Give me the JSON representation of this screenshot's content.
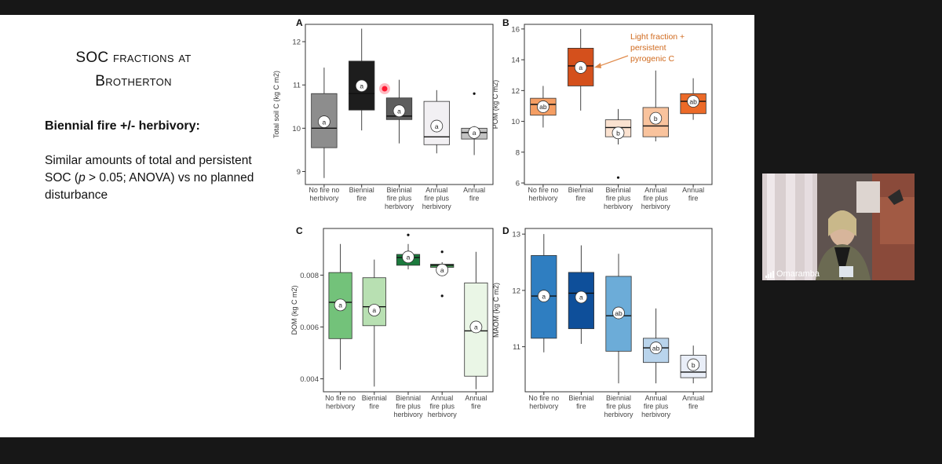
{
  "slide": {
    "title_line1": "SOC fractions at",
    "title_line2": "Brotherton",
    "subhead": "Biennial fire +/- herbivory:",
    "body_pre": "Similar amounts of total and persistent SOC (",
    "body_p": "p",
    "body_post": " > 0.05; ANOVA) vs no planned disturbance"
  },
  "video": {
    "participant": "Omaramba"
  },
  "categories": [
    "No fire no herbivory",
    "Biennial fire",
    "Biennial fire plus herbivory",
    "Annual fire plus herbivory",
    "Annual fire"
  ],
  "chart_data": [
    {
      "type": "box",
      "panel": "A",
      "ylabel": "Total soil C (kg C m2)",
      "ylim": [
        8.7,
        12.4
      ],
      "yticks": [
        9,
        10,
        11,
        12
      ],
      "groups": [
        {
          "q1": 9.55,
          "median": 10.0,
          "q3": 10.8,
          "whisker_low": 8.85,
          "whisker_high": 11.4,
          "letter": "a",
          "letter_y": 10.15,
          "color": "#8d8d8d",
          "outliers": []
        },
        {
          "q1": 10.42,
          "median": 10.8,
          "q3": 11.55,
          "whisker_low": 9.95,
          "whisker_high": 12.3,
          "letter": "a",
          "letter_y": 10.98,
          "color": "#1d1d1d",
          "outliers": []
        },
        {
          "q1": 10.2,
          "median": 10.28,
          "q3": 10.7,
          "whisker_low": 9.65,
          "whisker_high": 11.12,
          "letter": "a",
          "letter_y": 10.4,
          "color": "#5e5e5e",
          "outliers": []
        },
        {
          "q1": 9.62,
          "median": 9.8,
          "q3": 10.62,
          "whisker_low": 9.42,
          "whisker_high": 10.88,
          "letter": "a",
          "letter_y": 10.05,
          "color": "#f2f0f3",
          "outliers": []
        },
        {
          "q1": 9.75,
          "median": 9.9,
          "q3": 10.0,
          "whisker_low": 9.38,
          "whisker_high": 10.05,
          "letter": "a",
          "letter_y": 9.9,
          "color": "#c3c3c3",
          "outliers": [
            10.8
          ]
        }
      ]
    },
    {
      "type": "box",
      "panel": "B",
      "ylabel": "POM (kg C m2)",
      "ylim": [
        5.9,
        16.3
      ],
      "yticks": [
        6,
        8,
        10,
        12,
        14,
        16
      ],
      "annotation": "Light fraction + persistent pyrogenic C",
      "groups": [
        {
          "q1": 10.4,
          "median": 11.1,
          "q3": 11.5,
          "whisker_low": 9.6,
          "whisker_high": 12.3,
          "letter": "ab",
          "letter_y": 10.95,
          "color": "#f59e63",
          "outliers": []
        },
        {
          "q1": 12.3,
          "median": 13.6,
          "q3": 14.75,
          "whisker_low": 10.7,
          "whisker_high": 16.0,
          "letter": "a",
          "letter_y": 13.5,
          "color": "#d4501c",
          "outliers": []
        },
        {
          "q1": 9.0,
          "median": 9.6,
          "q3": 10.1,
          "whisker_low": 8.5,
          "whisker_high": 10.8,
          "letter": "b",
          "letter_y": 9.25,
          "color": "#fbe2d0",
          "outliers": [
            6.35
          ]
        },
        {
          "q1": 9.0,
          "median": 9.7,
          "q3": 10.9,
          "whisker_low": 8.7,
          "whisker_high": 13.3,
          "letter": "b",
          "letter_y": 10.2,
          "color": "#f9c39d",
          "outliers": []
        },
        {
          "q1": 10.5,
          "median": 11.3,
          "q3": 11.8,
          "whisker_low": 10.1,
          "whisker_high": 12.8,
          "letter": "ab",
          "letter_y": 11.3,
          "color": "#ec6a28",
          "outliers": []
        }
      ]
    },
    {
      "type": "box",
      "panel": "C",
      "ylabel": "DOM (kg C m2)",
      "ylim": [
        0.0035,
        0.0098
      ],
      "yticks": [
        0.004,
        0.006,
        0.008
      ],
      "groups": [
        {
          "q1": 0.00555,
          "median": 0.00695,
          "q3": 0.0081,
          "whisker_low": 0.00435,
          "whisker_high": 0.0092,
          "letter": "a",
          "letter_y": 0.00685,
          "color": "#73c27a",
          "outliers": []
        },
        {
          "q1": 0.00605,
          "median": 0.00678,
          "q3": 0.0079,
          "whisker_low": 0.0037,
          "whisker_high": 0.0086,
          "letter": "a",
          "letter_y": 0.00665,
          "color": "#b8e0b2",
          "outliers": []
        },
        {
          "q1": 0.00838,
          "median": 0.00868,
          "q3": 0.0088,
          "whisker_low": 0.00822,
          "whisker_high": 0.0092,
          "letter": "a",
          "letter_y": 0.0087,
          "color": "#1b7a3d",
          "outliers": [
            0.00955
          ]
        },
        {
          "q1": 0.0083,
          "median": 0.00838,
          "q3": 0.00842,
          "whisker_low": 0.0082,
          "whisker_high": 0.0085,
          "letter": "a",
          "letter_y": 0.0082,
          "color": "#4a9e57",
          "outliers": [
            0.0089,
            0.0072
          ]
        },
        {
          "q1": 0.0041,
          "median": 0.00585,
          "q3": 0.0077,
          "whisker_low": 0.0036,
          "whisker_high": 0.0089,
          "letter": "a",
          "letter_y": 0.006,
          "color": "#eaf6e6",
          "outliers": []
        }
      ]
    },
    {
      "type": "box",
      "panel": "D",
      "ylabel": "MAOM (kg C m2)",
      "ylim": [
        10.2,
        13.1
      ],
      "yticks": [
        11,
        12,
        13
      ],
      "groups": [
        {
          "q1": 11.15,
          "median": 11.9,
          "q3": 12.62,
          "whisker_low": 10.9,
          "whisker_high": 13.0,
          "letter": "a",
          "letter_y": 11.9,
          "color": "#2f7ec1",
          "outliers": []
        },
        {
          "q1": 11.32,
          "median": 11.95,
          "q3": 12.32,
          "whisker_low": 11.05,
          "whisker_high": 12.8,
          "letter": "a",
          "letter_y": 11.88,
          "color": "#0e4f9a",
          "outliers": []
        },
        {
          "q1": 10.92,
          "median": 11.55,
          "q3": 12.25,
          "whisker_low": 10.35,
          "whisker_high": 12.65,
          "letter": "ab",
          "letter_y": 11.6,
          "color": "#6cacd8",
          "outliers": []
        },
        {
          "q1": 10.72,
          "median": 10.98,
          "q3": 11.15,
          "whisker_low": 10.35,
          "whisker_high": 11.68,
          "letter": "ab",
          "letter_y": 10.98,
          "color": "#b9d4ec",
          "outliers": []
        },
        {
          "q1": 10.45,
          "median": 10.55,
          "q3": 10.85,
          "whisker_low": 10.35,
          "whisker_high": 11.02,
          "letter": "b",
          "letter_y": 10.68,
          "color": "#e9eef8",
          "outliers": []
        }
      ]
    }
  ]
}
